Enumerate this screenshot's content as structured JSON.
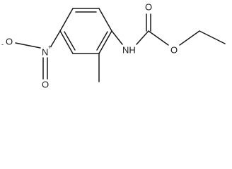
{
  "molecule": {
    "atoms": {
      "nitro_o_minus": "O",
      "nitro_o_minus_charge": "-",
      "nitro_n": "N",
      "nitro_n_charge": "+",
      "nitro_o_double": "O",
      "amine_nh": "NH",
      "carbonyl_o": "O",
      "ester_o": "O"
    }
  }
}
